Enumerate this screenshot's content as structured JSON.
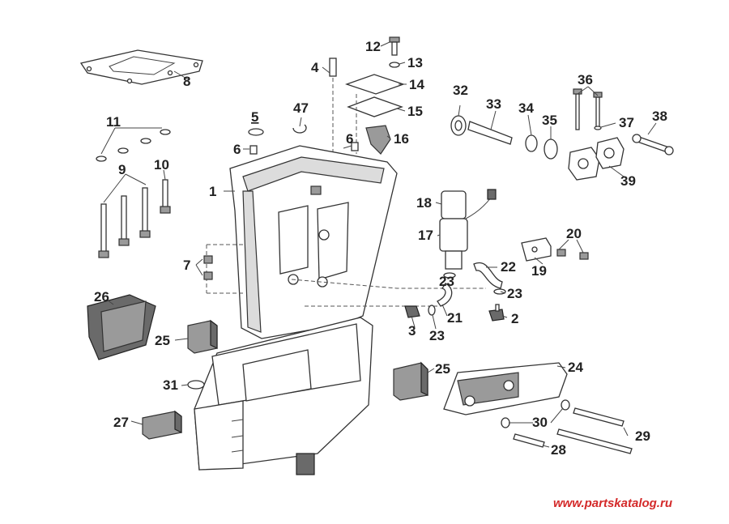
{
  "callouts": [
    "1",
    "2",
    "3",
    "5",
    "6",
    "6",
    "7",
    "8",
    "9",
    "10",
    "11",
    "12",
    "13",
    "14",
    "15",
    "16",
    "17",
    "18",
    "19",
    "20",
    "21",
    "22",
    "23",
    "23",
    "23",
    "24",
    "25",
    "25",
    "26",
    "27",
    "28",
    "29",
    "30",
    "31",
    "32",
    "33",
    "34",
    "35",
    "36",
    "37",
    "38",
    "39",
    "4",
    "47"
  ],
  "watermark": "www.partskatalog.ru",
  "colors": {
    "line": "#333333",
    "callout": "#222222",
    "watermark": "#d42a2a",
    "grey": "#9a9a9a"
  }
}
